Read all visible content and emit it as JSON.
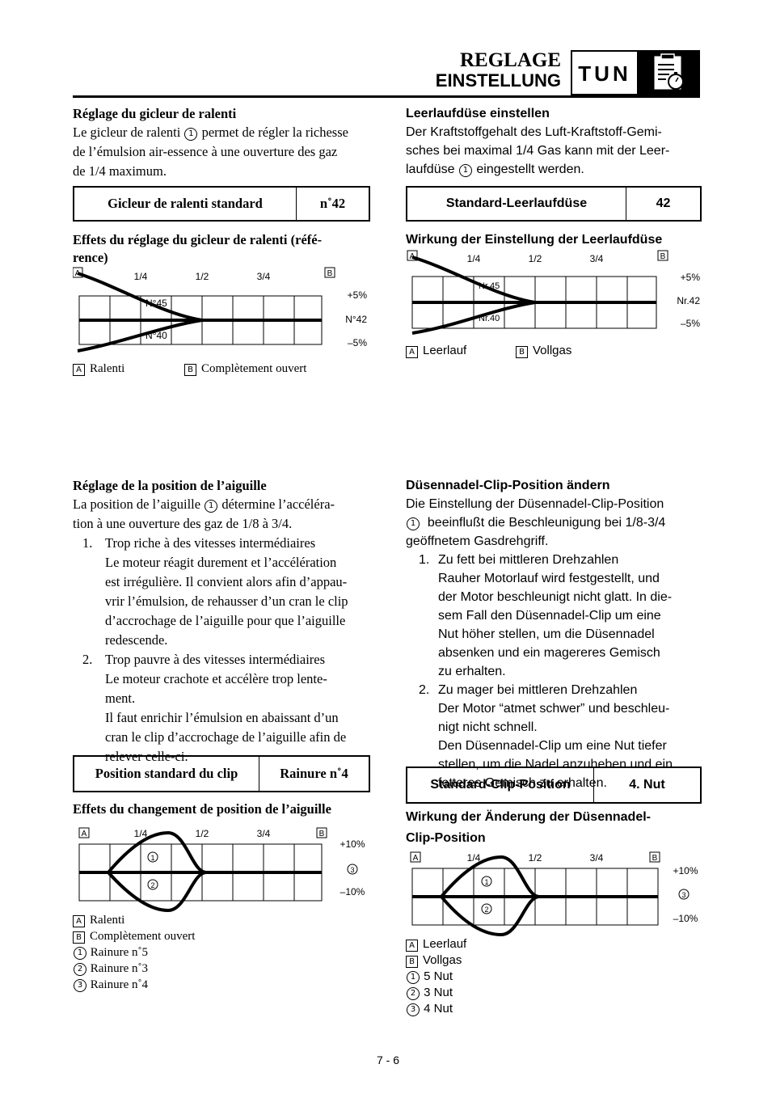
{
  "header": {
    "title_fr": "REGLAGE",
    "title_de": "EINSTELLUNG",
    "code": "TUN"
  },
  "fr": {
    "idle_title": "Réglage du gicleur de ralenti",
    "idle_body": [
      "Le gicleur de ralenti",
      "permet de régler la richesse",
      "de l’émulsion air-essence à une ouverture des gaz",
      "de 1/4 maximum."
    ],
    "idle_table": {
      "label": "Gicleur de ralenti standard",
      "value": "n˚42"
    },
    "idle_effect_title": [
      "Effets du réglage du gicleur de ralenti (réfé-",
      "rence)"
    ],
    "idle_legend": {
      "a": "Ralenti",
      "b": "Complètement ouvert"
    },
    "needle_title": "Réglage de la position de l’aiguille",
    "needle_body": [
      "La position de l’aiguille",
      "détermine l’accéléra-",
      "tion à une ouverture des gaz de 1/8 à 3/4."
    ],
    "needle_items": [
      {
        "num": "1.",
        "title": "Trop riche à des vitesses intermédiaires",
        "lines": [
          "Le moteur réagit durement et l’accélération",
          "est irrégulière. Il convient alors afin d’appau-",
          "vrir l’émulsion, de rehausser d’un cran le clip",
          "d’accrochage de l’aiguille pour que l’aiguille",
          "redescende."
        ]
      },
      {
        "num": "2.",
        "title": "Trop pauvre à des vitesses intermédiaires",
        "lines": [
          "Le moteur crachote et accélère trop lente-",
          "ment.",
          "Il faut enrichir l’émulsion en abaissant d’un",
          "cran le clip d’accrochage de l’aiguille afin de",
          "relever celle-ci."
        ]
      }
    ],
    "clip_table": {
      "label": "Position standard du clip",
      "value": "Rainure n˚4"
    },
    "clip_effect_title": "Effets du changement de position de l’aiguille",
    "clip_legend": {
      "a": "Ralenti",
      "b": "Complètement ouvert",
      "n1": "Rainure n˚5",
      "n2": "Rainure n˚3",
      "n3": "Rainure n˚4"
    }
  },
  "de": {
    "idle_title": "Leerlaufdüse einstellen",
    "idle_body": [
      "Der Kraftstoffgehalt des Luft-Kraftstoff-Gemi-",
      "sches bei maximal 1/4 Gas kann mit der Leer-",
      "laufdüse",
      "eingestellt werden."
    ],
    "idle_table": {
      "label": "Standard-Leerlaufdüse",
      "value": "42"
    },
    "idle_effect_title": "Wirkung der Einstellung der Leerlaufdüse",
    "idle_legend": {
      "a": "Leerlauf",
      "b": "Vollgas"
    },
    "needle_title": "Düsennadel-Clip-Position ändern",
    "needle_body": [
      "Die Einstellung der Düsennadel-Clip-Position",
      "beeinflußt die Beschleunigung bei 1/8-3/4",
      "geöffnetem Gasdrehgriff."
    ],
    "needle_items": [
      {
        "num": "1.",
        "title": "Zu fett bei mittleren Drehzahlen",
        "lines": [
          "Rauher Motorlauf wird festgestellt, und",
          "der Motor beschleunigt nicht glatt. In die-",
          "sem Fall den Düsennadel-Clip um eine",
          "Nut höher stellen, um die Düsennadel",
          "absenken und ein magereres Gemisch",
          "zu erhalten."
        ]
      },
      {
        "num": "2.",
        "title": "Zu mager bei mittleren Drehzahlen",
        "lines": [
          "Der Motor “atmet schwer” und beschleu-",
          "nigt nicht schnell.",
          "Den Düsennadel-Clip um eine Nut tiefer",
          "stellen, um die Nadel anzuheben und ein",
          "fetteres Gemisch zu erhalten."
        ]
      }
    ],
    "clip_table": {
      "label": "Standard-Clip-Position",
      "value": "4. Nut"
    },
    "clip_effect_title": [
      "Wirkung der Änderung der Düsennadel-",
      "Clip-Position"
    ],
    "clip_legend": {
      "a": "Leerlauf",
      "b": "Vollgas",
      "n1": "5 Nut",
      "n2": "3 Nut",
      "n3": "4 Nut"
    }
  },
  "markers": {
    "a": "A",
    "b": "B",
    "n1": "1",
    "n2": "2",
    "n3": "3"
  },
  "diagram": {
    "quarters": [
      "1/4",
      "1/2",
      "3/4"
    ],
    "idle_pct": [
      "+5%",
      "–5%"
    ],
    "idle_fr": {
      "lean": "N°40",
      "rich": "N°45",
      "std": "N°42"
    },
    "idle_de": {
      "lean": "Nr.40",
      "rich": "Nr.45",
      "std": "Nr.42"
    },
    "clip_pct": [
      "+10%",
      "–10%"
    ]
  },
  "page_number": "7 - 6"
}
